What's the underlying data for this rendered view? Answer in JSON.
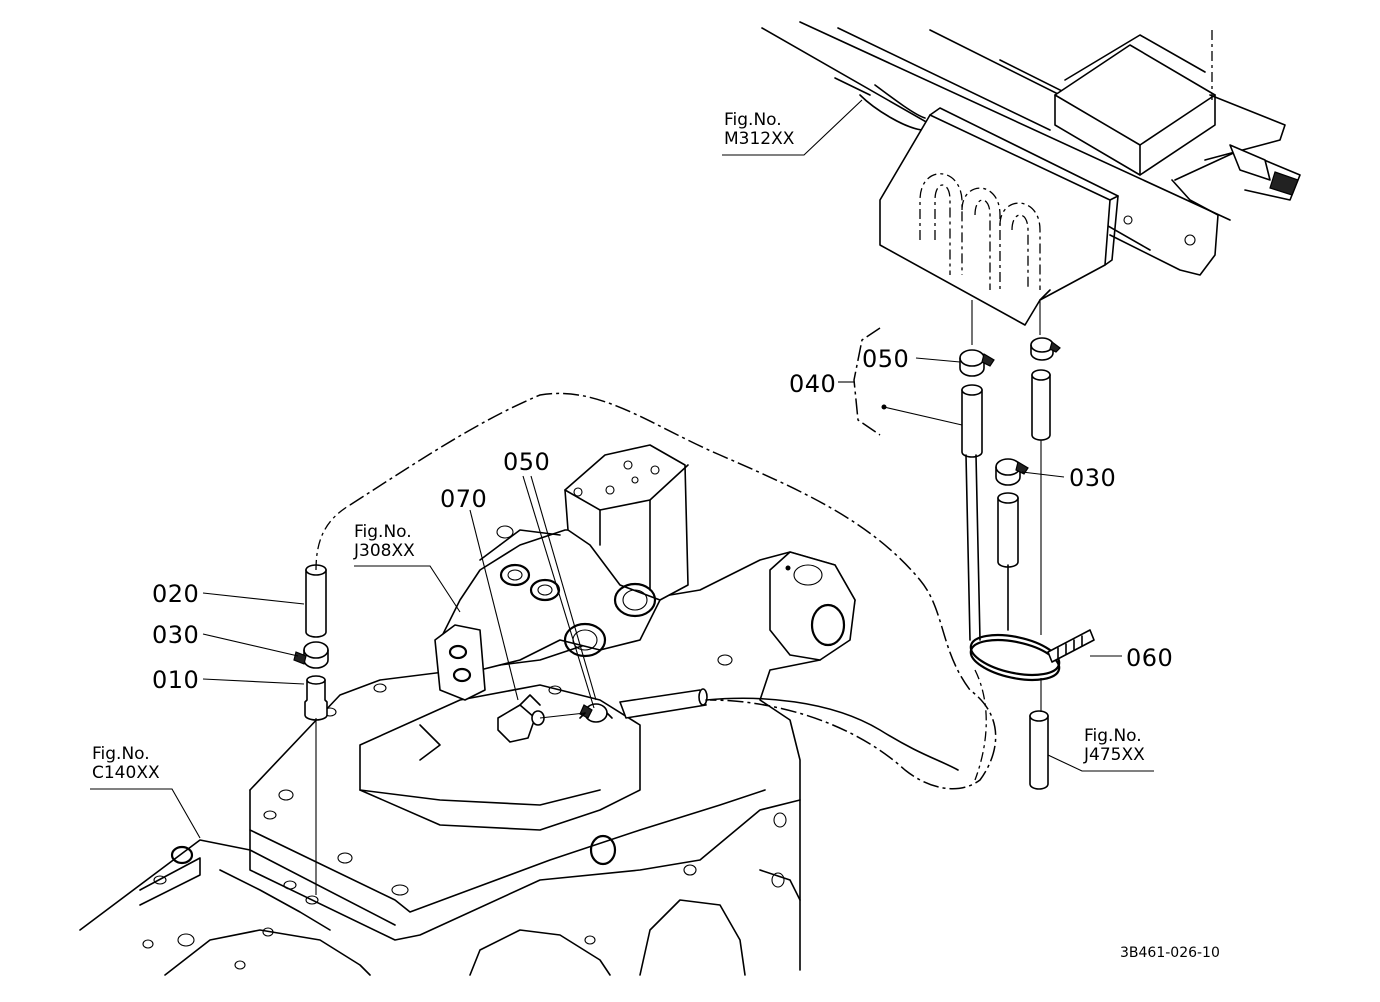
{
  "diagram": {
    "part_labels": {
      "p010": "010",
      "p020": "020",
      "p030_left": "030",
      "p030_right": "030",
      "p040": "040",
      "p050_left": "050",
      "p050_right": "050",
      "p060": "060",
      "p070": "070"
    },
    "figure_refs": {
      "m312": {
        "prefix": "Fig.No.",
        "code": "M312XX"
      },
      "j308": {
        "prefix": "Fig.No.",
        "code": "J308XX"
      },
      "c140": {
        "prefix": "Fig.No.",
        "code": "C140XX"
      },
      "j475": {
        "prefix": "Fig.No.",
        "code": "J475XX"
      }
    },
    "drawing_code": "3B461-026-10"
  }
}
